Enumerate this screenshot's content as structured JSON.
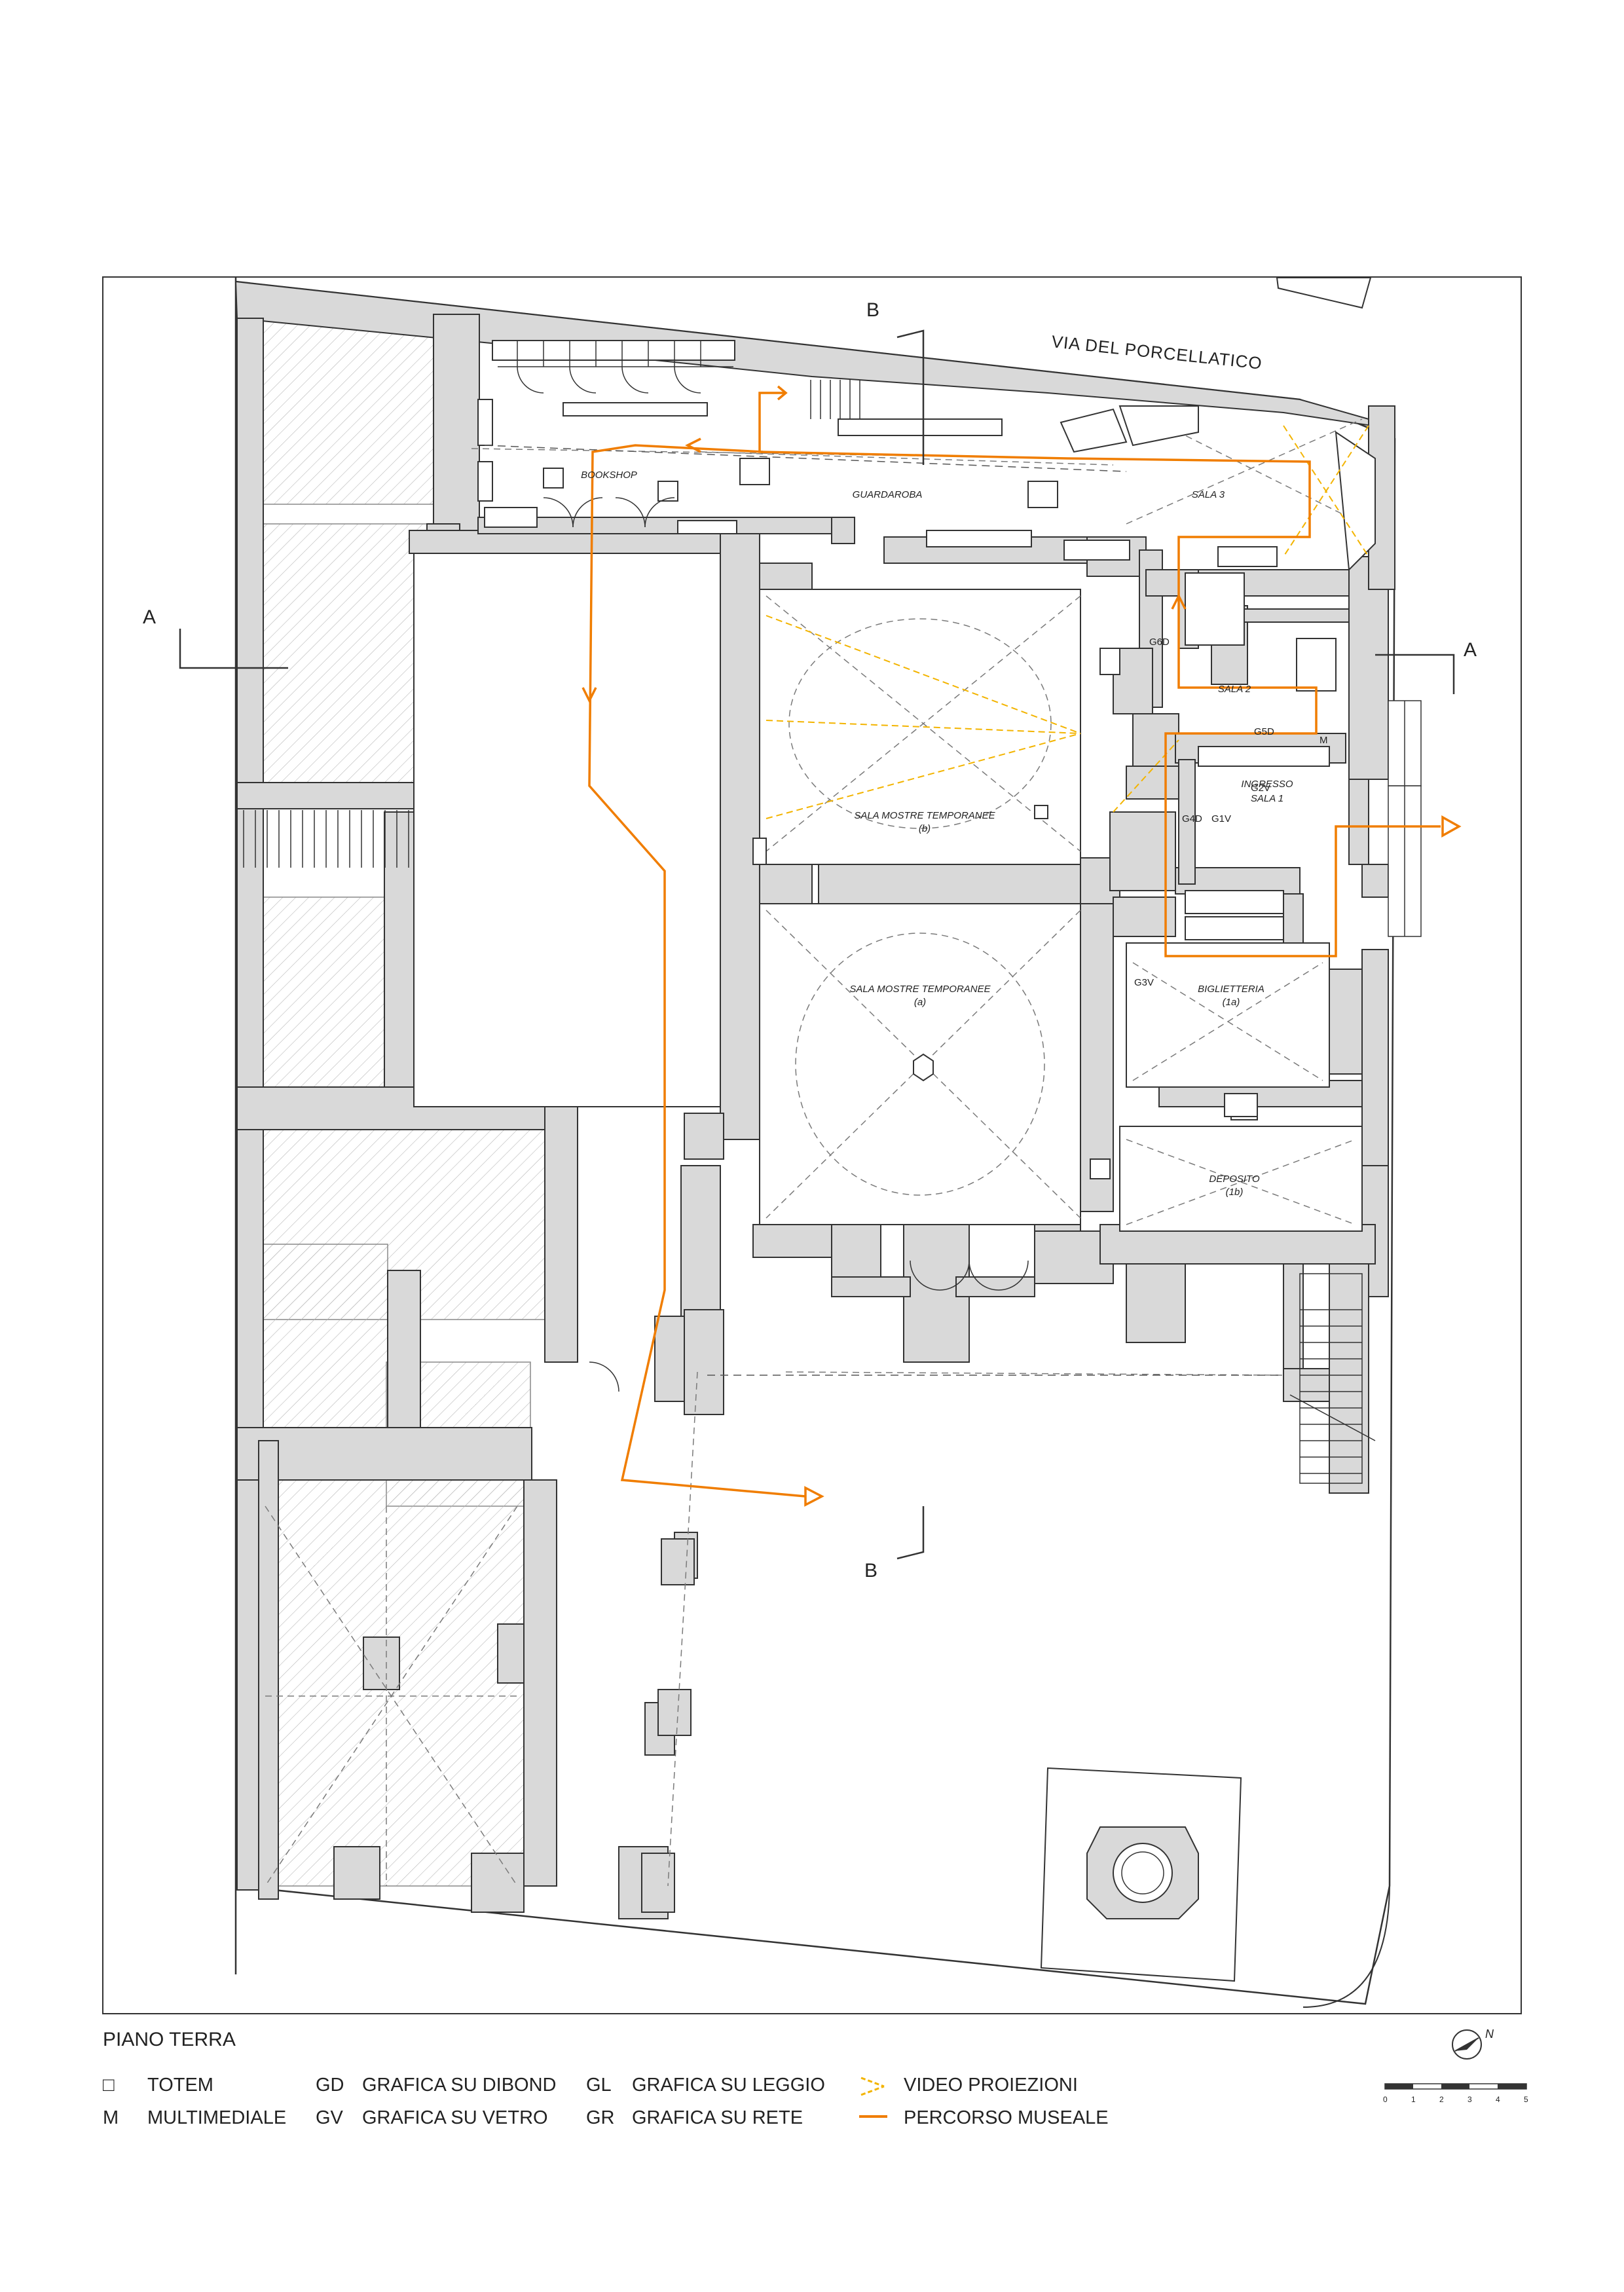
{
  "floor_title": "PIANO TERRA",
  "street_name": "VIA DEL PORCELLATICO",
  "section_marks": {
    "a_left": "A",
    "a_right": "A",
    "b_top": "B",
    "b_bottom": "B"
  },
  "rooms": {
    "bookshop": "BOOKSHOP",
    "guardaroba": "GUARDAROBA",
    "sala3": "SALA 3",
    "sala2": "SALA 2",
    "ingresso_line1": "INGRESSO",
    "ingresso_line2": "SALA 1",
    "sala_b_line1": "SALA MOSTRE TEMPORANEE",
    "sala_b_line2": "(b)",
    "sala_a_line1": "SALA MOSTRE TEMPORANEE",
    "sala_a_line2": "(a)",
    "biglietteria_line1": "BIGLIETTERIA",
    "biglietteria_line2": "(1a)",
    "deposito_line1": "DEPOSITO",
    "deposito_line2": "(1b)"
  },
  "graphic_codes": {
    "g6d": "G6D",
    "g5d": "G5D",
    "g2v": "G2V",
    "g4d": "G4D",
    "g1v": "G1V",
    "g3v": "G3V",
    "m": "M"
  },
  "legend": {
    "col1": [
      {
        "key": "□",
        "label": "TOTEM"
      },
      {
        "key": "M",
        "label": "MULTIMEDIALE"
      }
    ],
    "col2": [
      {
        "key": "GD",
        "label": "GRAFICA SU DIBOND"
      },
      {
        "key": "GV",
        "label": "GRAFICA SU VETRO"
      }
    ],
    "col3": [
      {
        "key": "GL",
        "label": "GRAFICA SU LEGGIO"
      },
      {
        "key": "GR",
        "label": "GRAFICA SU RETE"
      }
    ],
    "col4": [
      {
        "label": "VIDEO PROIEZIONI"
      },
      {
        "label": "PERCORSO MUSEALE"
      }
    ]
  },
  "north_label": "N",
  "scale_ticks": [
    "0",
    "1",
    "2",
    "3",
    "4",
    "5"
  ],
  "colors": {
    "path": "#f07d00",
    "video": "#f3b400",
    "wall": "#d9d9d9",
    "line": "#333333"
  }
}
